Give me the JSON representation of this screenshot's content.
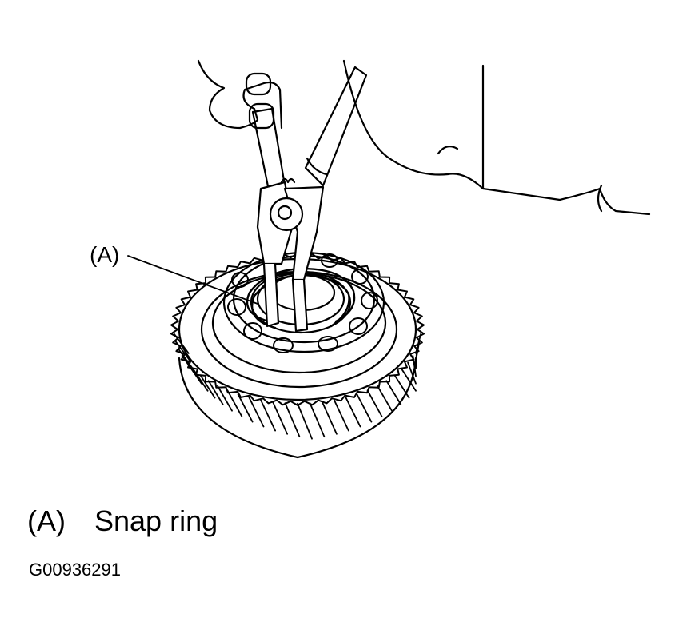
{
  "figure": {
    "callout_label": "(A)",
    "legend": [
      {
        "key": "(A)",
        "text": "Snap ring"
      }
    ],
    "figure_id": "G00936291"
  },
  "colors": {
    "line": "#000000",
    "background": "#ffffff"
  },
  "icons": {
    "illustration": "snap-ring-plier-removal-drawing"
  }
}
